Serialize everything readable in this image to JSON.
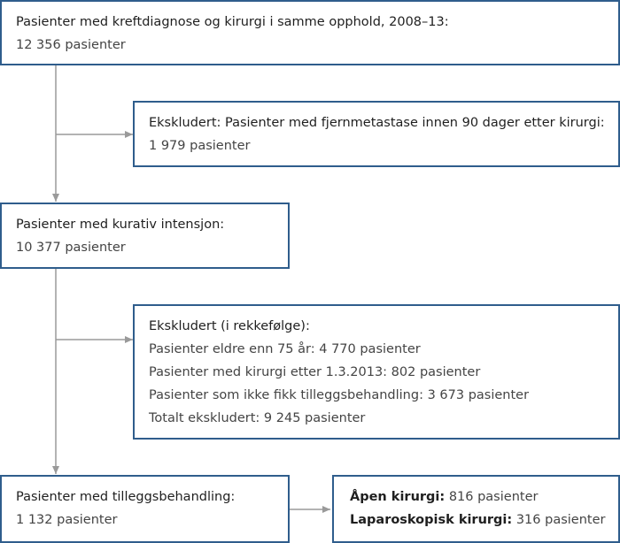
{
  "boxes": {
    "start": {
      "title": "Pasienter med kreftdiagnose og kirurgi i samme opphold, 2008–13:",
      "count": "12 356 pasienter"
    },
    "excluded1": {
      "title": "Ekskludert: Pasienter med fjernmetastase innen 90 dager etter kirurgi:",
      "count": "1 979 pasienter"
    },
    "curative": {
      "title": "Pasienter med kurativ intensjon:",
      "count": "10 377 pasienter"
    },
    "excluded2": {
      "title": "Ekskludert (i rekkefølge):",
      "lines": [
        "Pasienter eldre enn 75 år: 4 770 pasienter",
        "Pasienter med kirurgi etter 1.3.2013: 802 pasienter",
        "Pasienter som ikke fikk tilleggsbehandling: 3 673 pasienter",
        "Totalt ekskludert: 9 245 pasienter"
      ]
    },
    "adjuvant": {
      "title": "Pasienter med tilleggsbehandling:",
      "count": "1 132 pasienter"
    },
    "surgery": {
      "open_label": "Åpen kirurgi:",
      "open_count": "816 pasienter",
      "lap_label": "Laparoskopisk kirurgi:",
      "lap_count": "316 pasienter"
    }
  },
  "colors": {
    "box_border": "#2f5d8c",
    "arrow": "#9a9a9a"
  }
}
